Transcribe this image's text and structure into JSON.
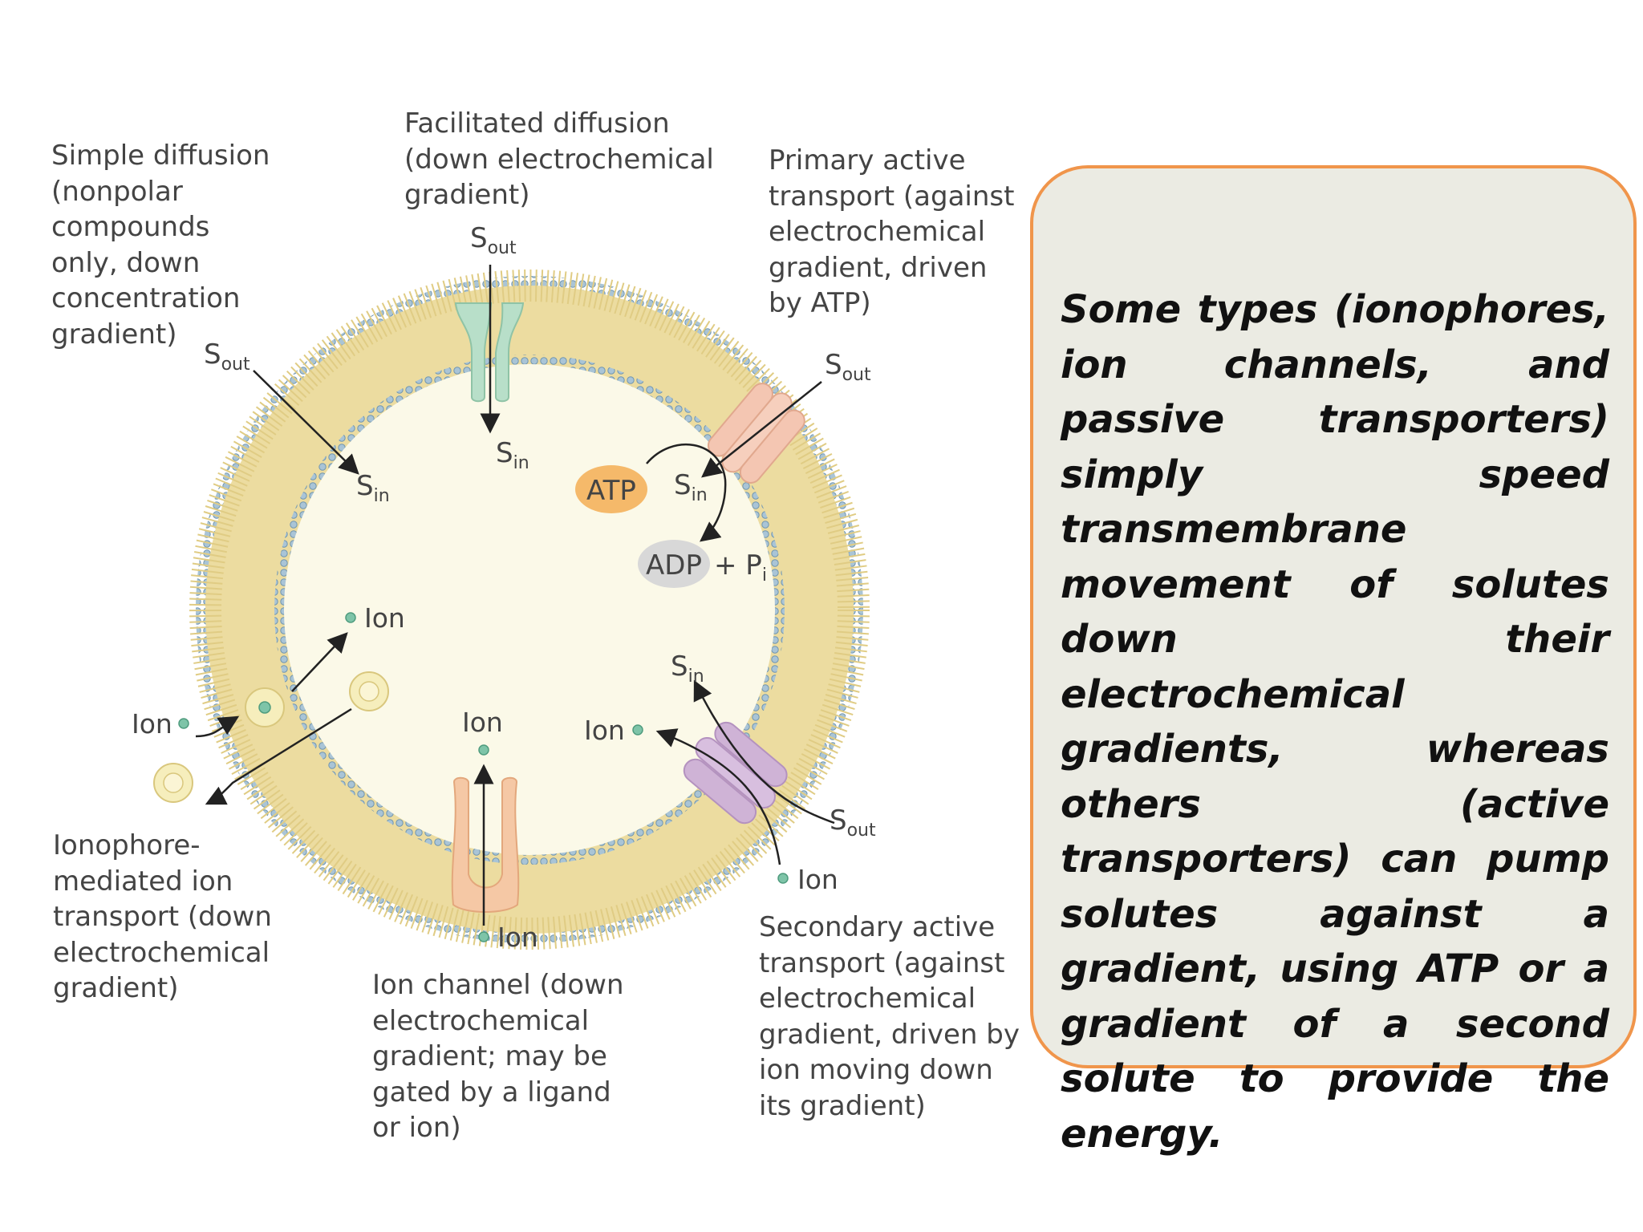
{
  "labels": {
    "simple_diffusion": [
      "Simple diffusion",
      "(nonpolar",
      "compounds",
      "only, down",
      "concentration",
      "gradient)"
    ],
    "facilitated_diffusion": [
      "Facilitated diffusion",
      "(down electrochemical",
      "gradient)"
    ],
    "primary_active": [
      "Primary active",
      "transport (against",
      "electrochemical",
      "gradient, driven",
      "by ATP)"
    ],
    "ionophore": [
      "Ionophore-",
      "mediated ion",
      "transport (down",
      "electrochemical",
      "gradient)"
    ],
    "ion_channel": [
      "Ion channel (down",
      "electrochemical",
      "gradient; may be",
      "gated by a ligand",
      "or ion)"
    ],
    "secondary_active": [
      "Secondary active",
      "transport (against",
      "electrochemical",
      "gradient, driven by",
      "ion moving down",
      "its gradient)"
    ]
  },
  "symbols": {
    "s": "S",
    "out": "out",
    "in": "in",
    "ion": "Ion",
    "atp": "ATP",
    "adp": "ADP",
    "plus_p": "+ P",
    "i": "i"
  },
  "note": "Some types (ionophores, ion channels, and passive transporters) simply speed transmembrane movement of solutes down their electrochemical gradients, whereas others (active transporters) can pump solutes against a gradient, using ATP or a gradient of a second solute to provide the energy.",
  "colors": {
    "cytoplasm": "#fbf9e8",
    "membrane_core": "#ecdca0",
    "lipid_head": "#a9c4d6",
    "channel_green": "#b8dfc9",
    "pump_pink": "#f4c6b2",
    "symporter_purple": "#cfb3d6",
    "ion_channel_orange": "#f5c8a5",
    "ion_dot": "#7ec4a8",
    "atp_fill": "#f5b96a",
    "adp_fill": "#d8d8d8",
    "note_border": "#f0954b",
    "note_fill": "#ebebe3"
  }
}
